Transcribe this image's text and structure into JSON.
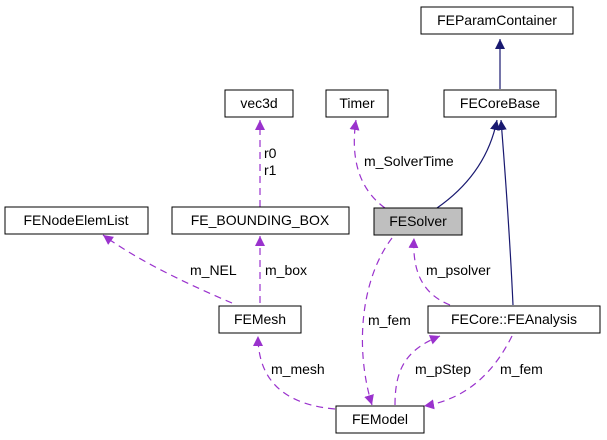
{
  "colors": {
    "inherit": "#191970",
    "usage": "#9a32cd",
    "highlight": "#bfbfbf"
  },
  "nodes": {
    "feparamcontainer": "FEParamContainer",
    "fecorebase": "FECoreBase",
    "timer": "Timer",
    "vec3d": "vec3d",
    "fesolver": "FESolver",
    "fenodeelemlist": "FENodeElemList",
    "fe_bounding_box": "FE_BOUNDING_BOX",
    "femesh": "FEMesh",
    "feanalysis": "FECore::FEAnalysis",
    "femodel": "FEModel"
  },
  "labels": {
    "r0": "r0",
    "r1": "r1",
    "m_solvertime": "m_SolverTime",
    "m_nel": "m_NEL",
    "m_box": "m_box",
    "m_psolver": "m_psolver",
    "m_fem_solver": "m_fem",
    "m_mesh": "m_mesh",
    "m_pstep": "m_pStep",
    "m_fem_analysis": "m_fem"
  }
}
